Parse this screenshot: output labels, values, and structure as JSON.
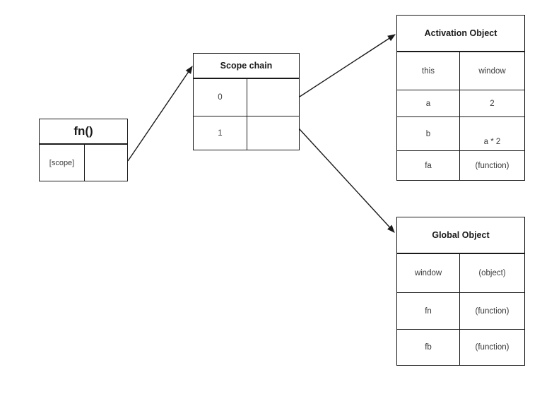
{
  "diagram": {
    "title": "JavaScript scope chain diagram",
    "line_color": "#1a1a1a",
    "text_color": "#3b3b3b",
    "background": "#ffffff"
  },
  "fn_box": {
    "header": "fn()",
    "rows": [
      {
        "key": "[scope]",
        "value": ""
      }
    ]
  },
  "scope_chain_box": {
    "header": "Scope chain",
    "rows": [
      {
        "key": "0",
        "value": ""
      },
      {
        "key": "1",
        "value": ""
      }
    ]
  },
  "activation_object_box": {
    "header": "Activation Object",
    "rows": [
      {
        "key": "this",
        "value": "window"
      },
      {
        "key": "a",
        "value": "2"
      },
      {
        "key": "b",
        "value": "a * 2"
      },
      {
        "key": "fa",
        "value": "(function)"
      }
    ]
  },
  "global_object_box": {
    "header": "Global Object",
    "rows": [
      {
        "key": "window",
        "value": "(object)"
      },
      {
        "key": "fn",
        "value": "(function)"
      },
      {
        "key": "fb",
        "value": "(function)"
      }
    ]
  },
  "arrows": [
    {
      "name": "fn-to-scope-chain",
      "from": "fn() box right edge",
      "to": "Scope chain box top-left"
    },
    {
      "name": "scope-slot0-to-activation-object",
      "from": "Scope chain row 0 right edge",
      "to": "Activation Object left edge"
    },
    {
      "name": "scope-slot1-to-global-object",
      "from": "Scope chain row 1 right edge",
      "to": "Global Object left edge"
    }
  ]
}
